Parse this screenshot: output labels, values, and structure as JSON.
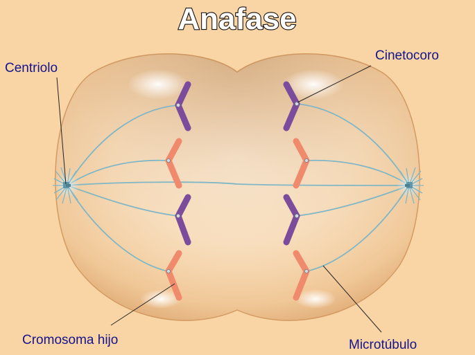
{
  "title": "Anafase",
  "labels": {
    "centriole": "Centriolo",
    "kinetochore": "Cinetocoro",
    "daughter_chromosome": "Cromosoma hijo",
    "microtubule": "Microtúbulo"
  },
  "colors": {
    "background": "#f9d4a4",
    "label_text": "#14148c",
    "chromosome_purple": "#7c4c9c",
    "chromosome_salmon": "#f08a6c",
    "microtubule": "#7fb7c6",
    "cell_body": "#e6b07a",
    "centriole": "#5f97a8"
  }
}
